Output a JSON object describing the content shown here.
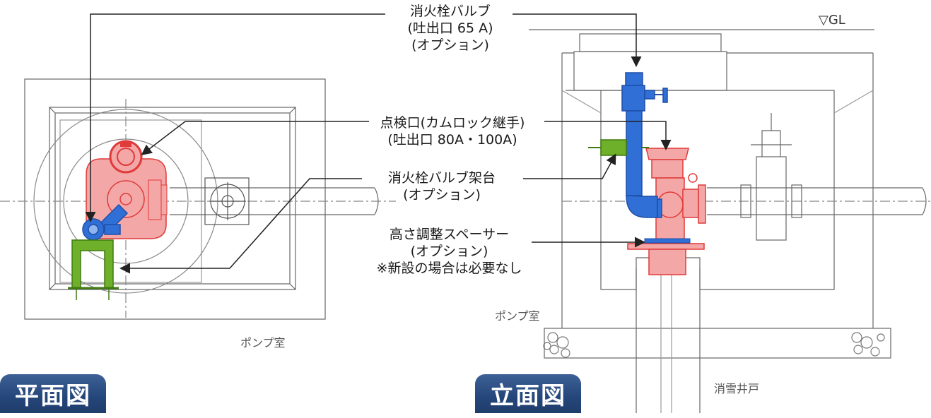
{
  "labels": {
    "valve": [
      "消火栓バルブ",
      "(吐出口 65 A)",
      "(オプション)"
    ],
    "inspection": [
      "点検口(カムロック継手)",
      "(吐出口 80A・100A)"
    ],
    "stand": [
      "消火栓バルブ架台",
      "(オプション)"
    ],
    "spacer": [
      "高さ調整スペーサー",
      "(オプション)",
      "※新設の場合は必要なし"
    ],
    "gl": "▽GL",
    "pump_room_plan": "ポンプ室",
    "pump_room_elev": "ポンプ室",
    "well": "消雪井戸"
  },
  "views": {
    "plan": "平面図",
    "elevation": "立面図"
  },
  "colors": {
    "valve_blue": "#2f6fd6",
    "valve_red": "#e03a3a",
    "red_fill": "#f3a7a7",
    "stand_green": "#6fb02a",
    "line": "#555555",
    "badge": "#2a4a80"
  }
}
